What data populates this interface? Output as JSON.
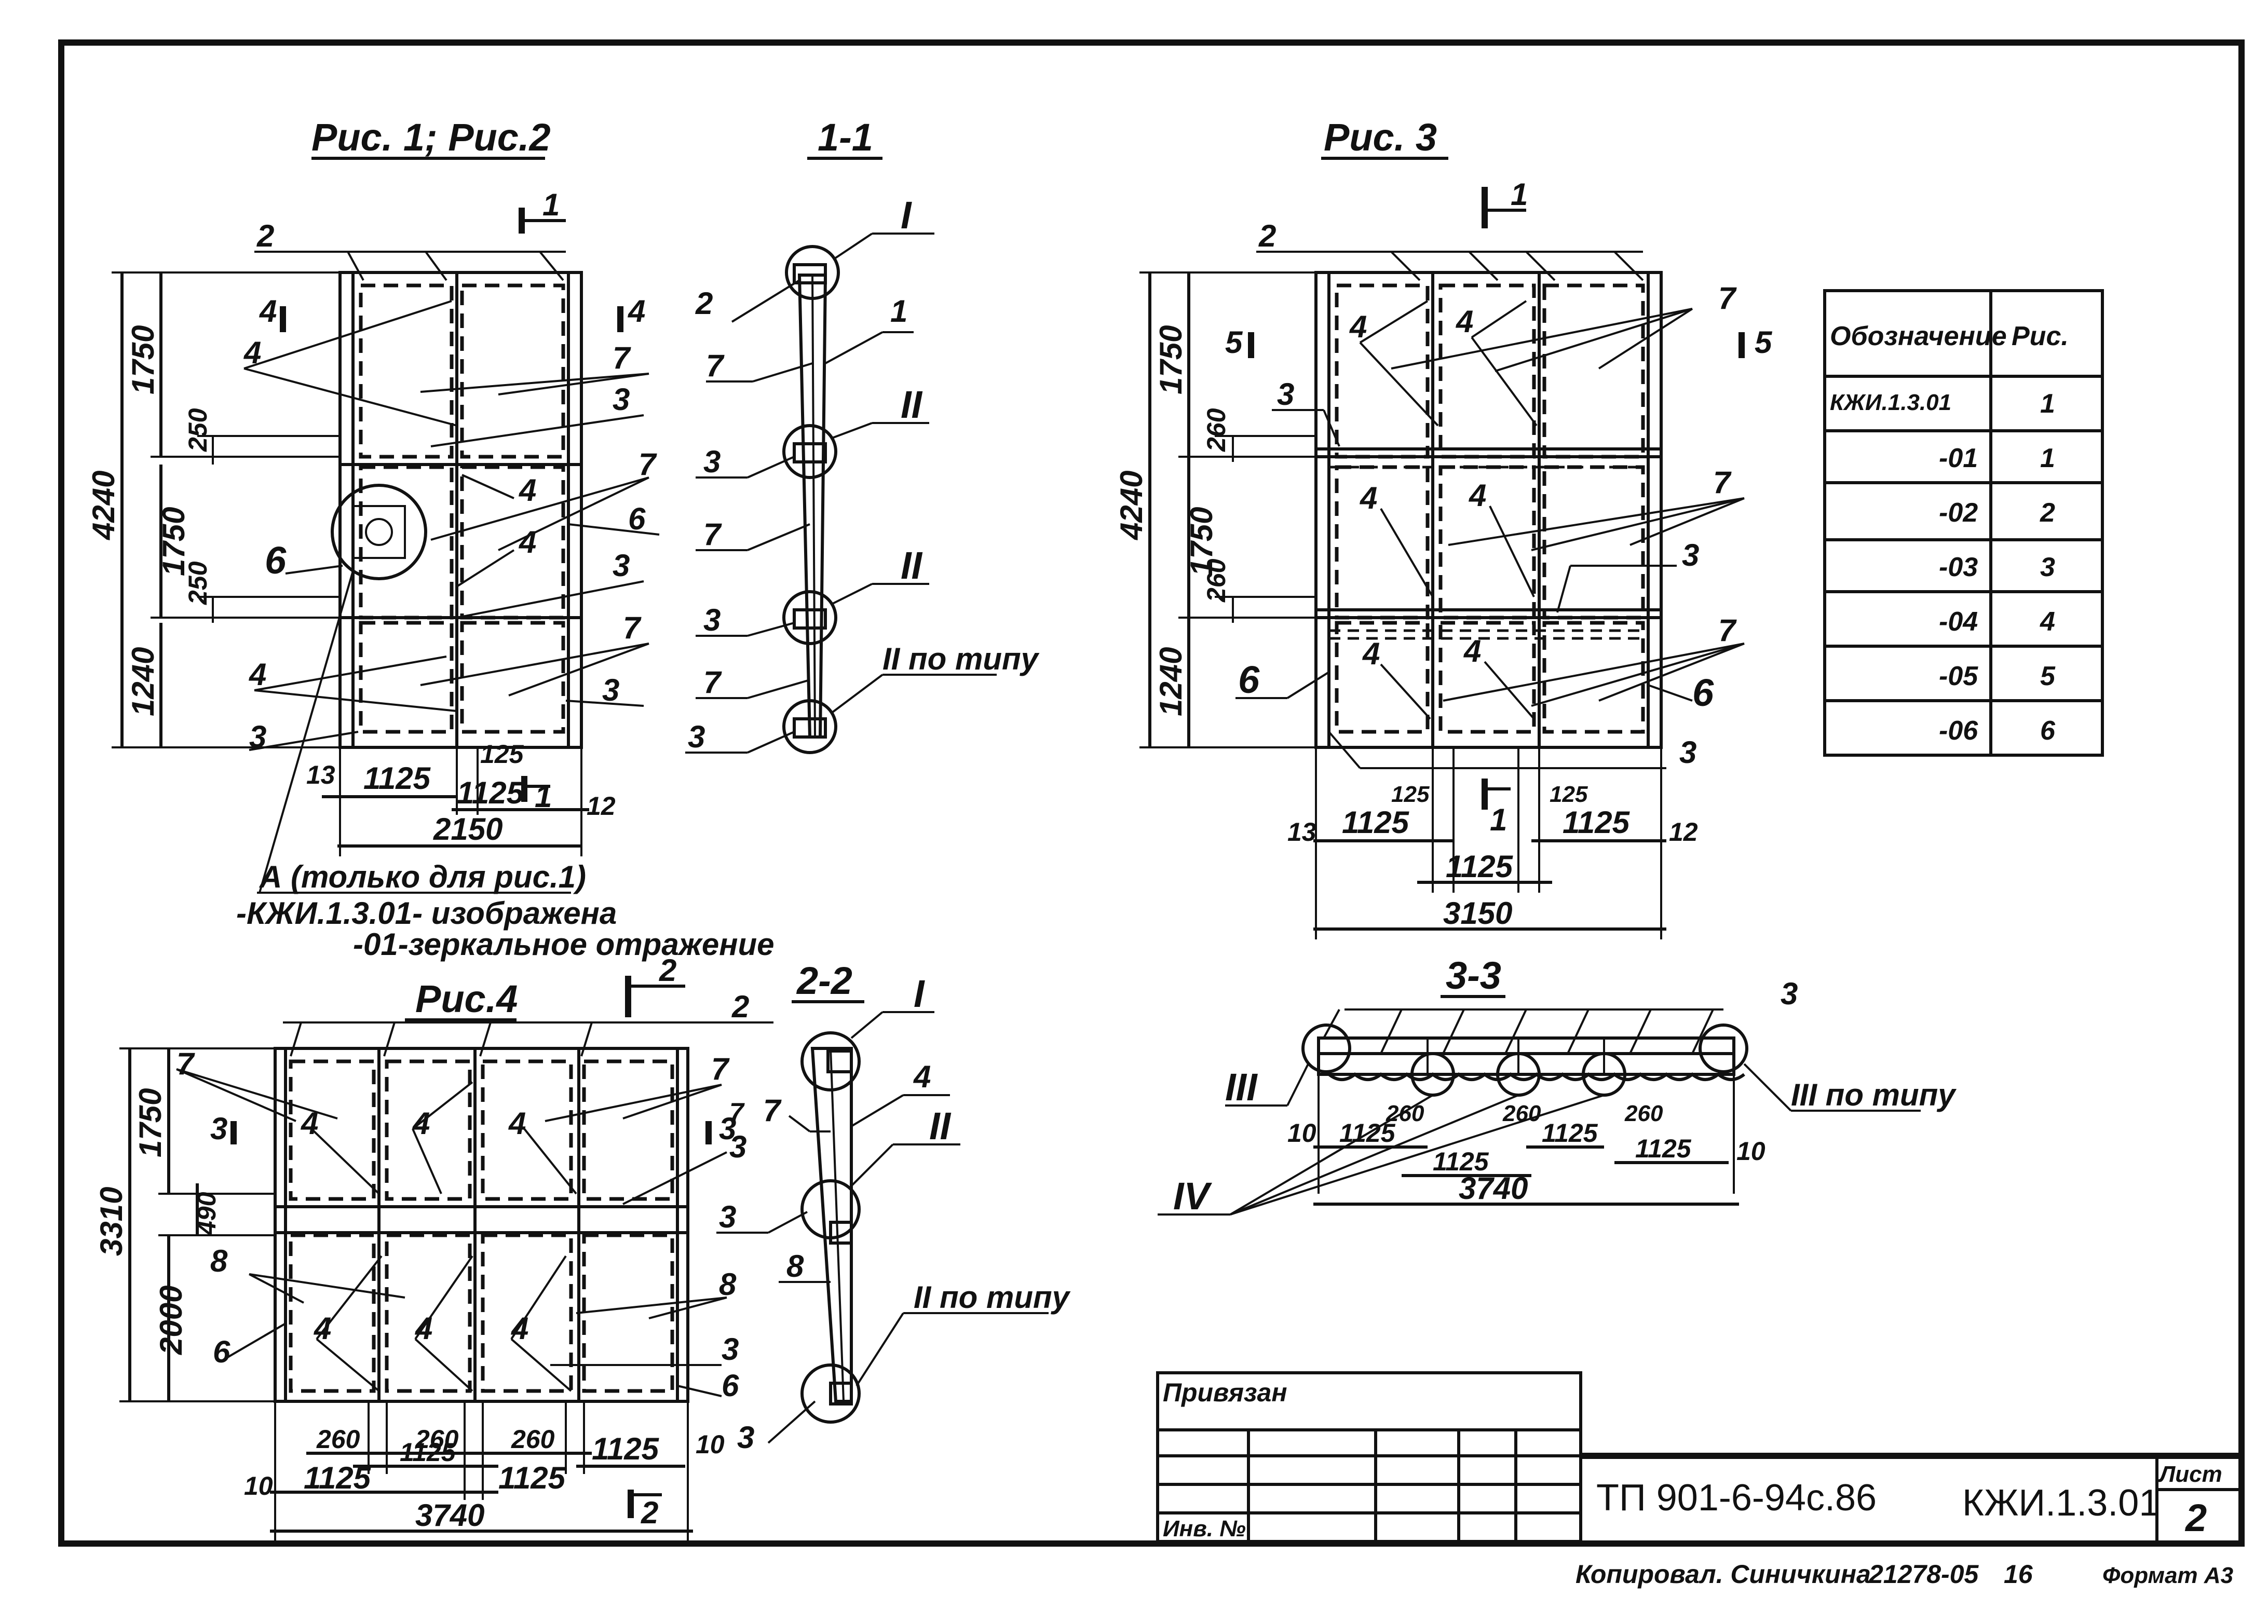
{
  "views": {
    "fig12_title": "Рис. 1; Рис.2",
    "sec11_title": "1-1",
    "fig3_title": "Рис. 3",
    "fig4_title": "Рис.4",
    "sec22_title": "2-2",
    "sec33_title": "3-3"
  },
  "fig12": {
    "dims_left": [
      "4240",
      "1750",
      "1750",
      "1240",
      "250",
      "250"
    ],
    "dims_bottom": [
      "1125",
      "125",
      "1125",
      "2150"
    ],
    "edge_marks": [
      "13",
      "12"
    ],
    "pos_labels": [
      "2",
      "4",
      "7",
      "3",
      "4",
      "7",
      "6",
      "4",
      "3",
      "6",
      "4",
      "7",
      "3",
      "3"
    ],
    "section_marks": [
      "1",
      "1",
      "4",
      "4"
    ],
    "note_lines": [
      "А (только для рис.1)",
      "-КЖИ.1.3.01- изображена",
      "-01-зеркальное отражение"
    ]
  },
  "sec11": {
    "labels": [
      "2",
      "7",
      "3",
      "7",
      "3",
      "7",
      "3",
      "1"
    ],
    "nodes": [
      "I",
      "II",
      "II",
      "II по типу"
    ]
  },
  "fig3": {
    "dims_left": [
      "4240",
      "1750",
      "1750",
      "1240",
      "260",
      "260"
    ],
    "dims_bottom": [
      "125",
      "125",
      "1125",
      "1125",
      "1125",
      "3150"
    ],
    "edge_marks": [
      "13",
      "12"
    ],
    "pos_labels": [
      "2",
      "4",
      "4",
      "7",
      "3",
      "4",
      "4",
      "7",
      "3",
      "6",
      "4",
      "4",
      "7",
      "6",
      "3"
    ],
    "section_marks": [
      "1",
      "1",
      "5",
      "5"
    ]
  },
  "table": {
    "headers": [
      "Обозначение",
      "Рис."
    ],
    "rows": [
      [
        "КЖИ.1.3.01",
        "1"
      ],
      [
        "-01",
        "1"
      ],
      [
        "-02",
        "2"
      ],
      [
        "-03",
        "3"
      ],
      [
        "-04",
        "4"
      ],
      [
        "-05",
        "5"
      ],
      [
        "-06",
        "6"
      ]
    ]
  },
  "fig4": {
    "dims_left": [
      "3310",
      "1750",
      "490",
      "2000"
    ],
    "dims_bottom": [
      "260",
      "260",
      "260",
      "1125",
      "1125",
      "1125",
      "1125",
      "3740"
    ],
    "edge_marks": [
      "10",
      "10"
    ],
    "pos_labels": [
      "7",
      "2",
      "7",
      "4",
      "4",
      "4",
      "8",
      "8",
      "4",
      "4",
      "4",
      "6",
      "3",
      "6",
      "7",
      "3"
    ],
    "section_marks": [
      "2",
      "2",
      "3",
      "3"
    ]
  },
  "sec22": {
    "labels": [
      "7",
      "3",
      "8",
      "3",
      "4"
    ],
    "nodes": [
      "I",
      "II",
      "II по типу"
    ]
  },
  "sec33": {
    "labels": [
      "3"
    ],
    "nodes": [
      "III",
      "III по типу",
      "IV"
    ],
    "dims": [
      "10",
      "1125",
      "260",
      "260",
      "1125",
      "260",
      "1125",
      "1125",
      "10",
      "3740"
    ]
  },
  "title_block": {
    "privyazan": "Привязан",
    "inv_no": "Инв. №",
    "doc_code": "ТП 901-6-94с.86",
    "mark": "КЖИ.1.3.01",
    "sheet_label": "Лист",
    "sheet_no": "2"
  },
  "footer": {
    "copied": "Копировал. Синичкина",
    "order_no": "21278-05",
    "suffix": "16",
    "format": "Формат А3"
  }
}
